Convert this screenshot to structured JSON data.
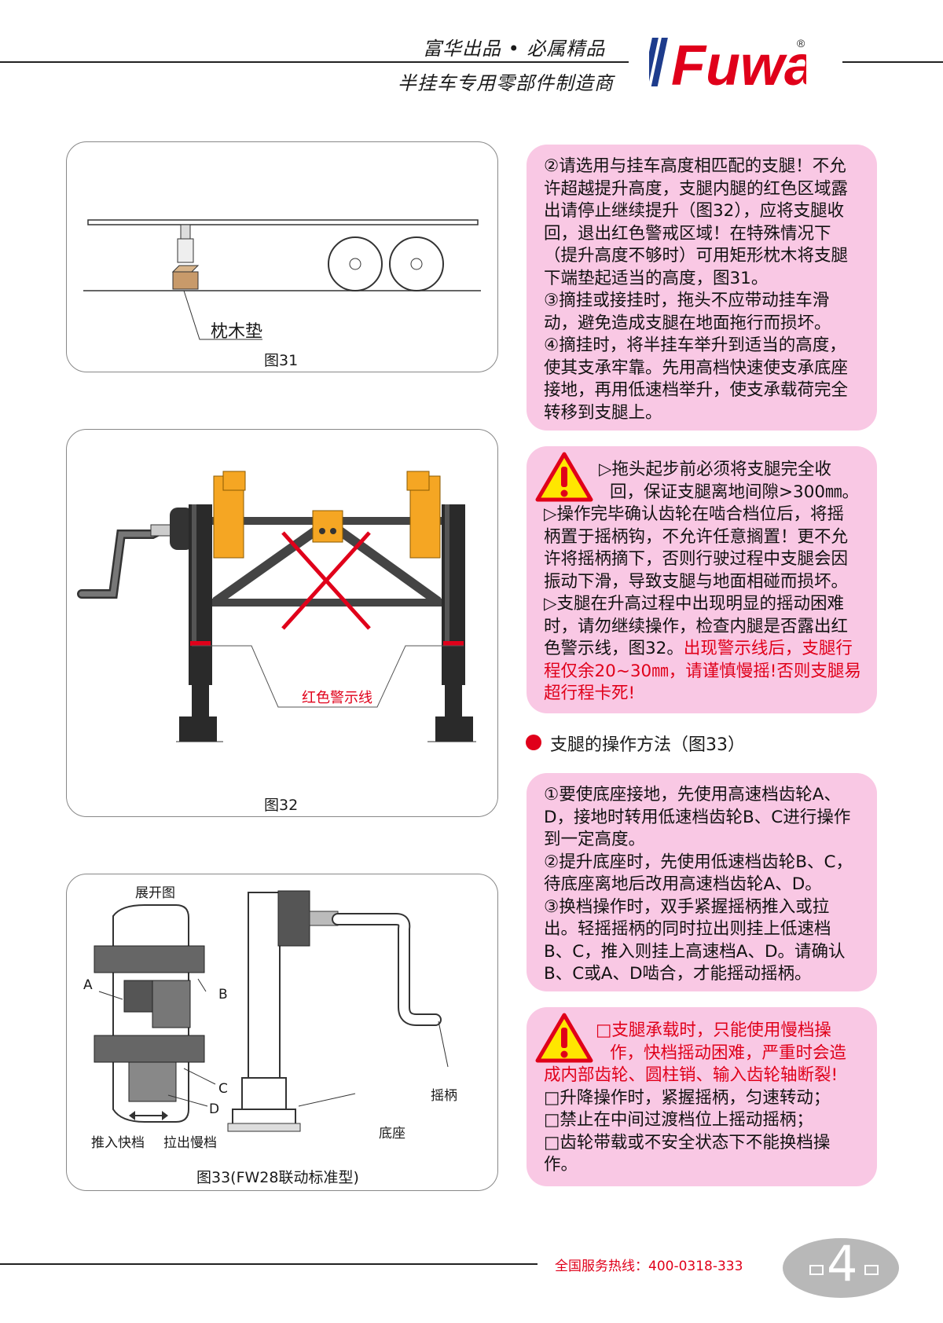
{
  "header": {
    "slogan_top": "富华出品 • 必属精品",
    "slogan_bottom": "半挂车专用零部件制造商",
    "brand": "Fuwa",
    "registered": "®"
  },
  "figures": {
    "fig31": {
      "caption": "图31",
      "label_pad": "枕木垫"
    },
    "fig32": {
      "caption": "图32",
      "label_warning_line": "红色警示线"
    },
    "fig33": {
      "caption": "图33(FW28联动标准型)",
      "label_expanded": "展开图",
      "label_a": "A",
      "label_b": "B",
      "label_c": "C",
      "label_d": "D",
      "label_push": "推入快档",
      "label_pull": "拉出慢档",
      "label_handle": "摇柄",
      "label_base": "底座"
    }
  },
  "box1": {
    "lines": [
      "②请选用与挂车高度相匹配的支腿！不允",
      "许超越提升高度，支腿内腿的红色区域露",
      "出请停止继续提升（图32），应将支腿收",
      "回，退出红色警戒区域！在特殊情况下",
      "（提升高度不够时）可用矩形枕木将支腿",
      "下端垫起适当的高度，图31。",
      "③摘挂或接挂时，拖头不应带动挂车滑",
      "动，避免造成支腿在地面拖行而损坏。",
      "④摘挂时，将半挂车举升到适当的高度，",
      "使其支承牢靠。先用高档快速使支承底座",
      "接地，再用低速档举升，使支承载荷完全",
      "转移到支腿上。"
    ]
  },
  "box2": {
    "line1": "▷拖头起步前必须将支腿完全收",
    "line2": "回，保证支腿离地间隙>300㎜。",
    "lines": [
      "▷操作完毕确认齿轮在啮合档位后，将摇",
      "柄置于摇柄钩，不允许任意搁置！更不允",
      "许将摇柄摘下，否则行驶过程中支腿会因",
      "振动下滑，导致支腿与地面相碰而损坏。",
      "▷支腿在升高过程中出现明显的摇动困难",
      "时，请勿继续操作，检查内腿是否露出红"
    ],
    "line_mixed_black": "色警示线，图32。",
    "line_mixed_red": "出现警示线后，支腿行",
    "red_lines": [
      "程仅余20~30㎜，请谨慎慢摇!否则支腿易",
      "超行程卡死!"
    ]
  },
  "section": {
    "title": "支腿的操作方法（图33）"
  },
  "box3": {
    "lines": [
      "①要使底座接地，先使用高速档齿轮A、",
      "D，接地时转用低速档齿轮B、C进行操作",
      "到一定高度。",
      "②提升底座时，先使用低速档齿轮B、C，",
      "待底座离地后改用高速档齿轮A、D。",
      "③换档操作时，双手紧握摇柄推入或拉",
      "出。轻摇摇柄的同时拉出则挂上低速档",
      "B、C，推入则挂上高速档A、D。请确认",
      "B、C或A、D啮合，才能摇动摇柄。"
    ]
  },
  "box4": {
    "red_line1": "□支腿承载时，只能使用慢档操",
    "red_line2": "作，快档摇动困难，严重时会造",
    "red_line3": "成内部齿轮、圆柱销、输入齿轮轴断裂!",
    "lines": [
      "□升降操作时，紧握摇柄，匀速转动；",
      "□禁止在中间过渡档位上摇动摇柄；",
      "□齿轮带载或不安全状态下不能换档操",
      "作。"
    ]
  },
  "footer": {
    "hotline": "全国服务热线：400-0318-333",
    "page": "4"
  },
  "colors": {
    "accent_red": "#e0001a",
    "logo_blue": "#1e3c8c",
    "pink_box": "#f9c8e4",
    "orange_part": "#f5a623",
    "page_badge": "#b8b8b8"
  }
}
